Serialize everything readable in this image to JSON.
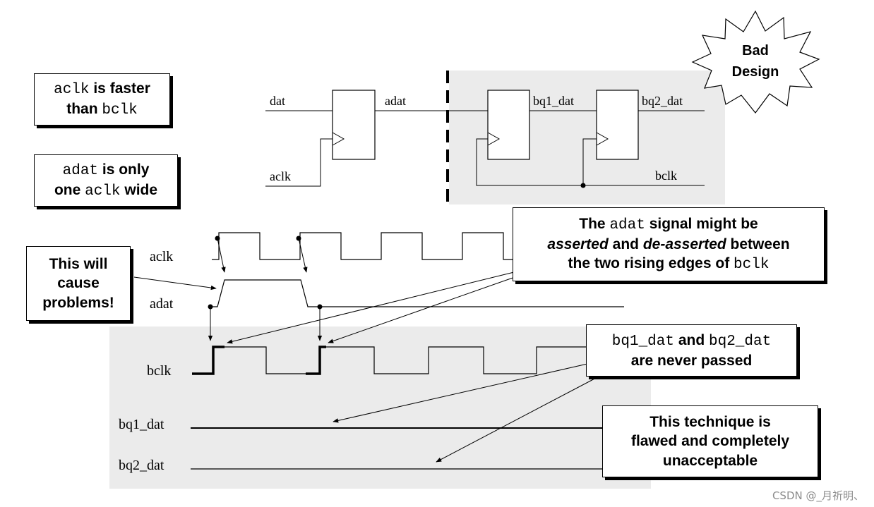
{
  "schematic": {
    "dat_label": "dat",
    "adat_label": "adat",
    "aclk_label": "aclk",
    "bq1_dat_label": "bq1_dat",
    "bq2_dat_label": "bq2_dat",
    "bclk_label": "bclk"
  },
  "starburst": {
    "line1": "Bad",
    "line2": "Design"
  },
  "note_aclk_faster": {
    "code1": "aclk",
    "text1": " is faster",
    "text2": "than ",
    "code2": "bclk"
  },
  "note_adat_wide": {
    "code1": "adat",
    "text1": " is only",
    "text2": "one ",
    "code2": "aclk",
    "text3": " wide"
  },
  "note_signal": {
    "pre": "The ",
    "code": "adat",
    "post": " signal might be",
    "em1": "asserted",
    "mid": " and ",
    "em2": "de-asserted",
    "tail": " between",
    "line3a": "the two rising edges of ",
    "code2": "bclk"
  },
  "note_problems": {
    "line1": "This will",
    "line2": "cause",
    "line3": "problems!"
  },
  "note_never": {
    "code1": "bq1_dat",
    "mid": " and ",
    "code2": "bq2_dat",
    "line2": "are never passed"
  },
  "note_flawed": {
    "line1": "This technique is",
    "line2": "flawed and completely",
    "line3": "unacceptable"
  },
  "waveforms": {
    "aclk_label": "aclk",
    "adat_label": "adat",
    "bclk_label": "bclk",
    "bq1_dat_label": "bq1_dat",
    "bq2_dat_label": "bq2_dat"
  },
  "watermark": "CSDN @_月祈明、"
}
